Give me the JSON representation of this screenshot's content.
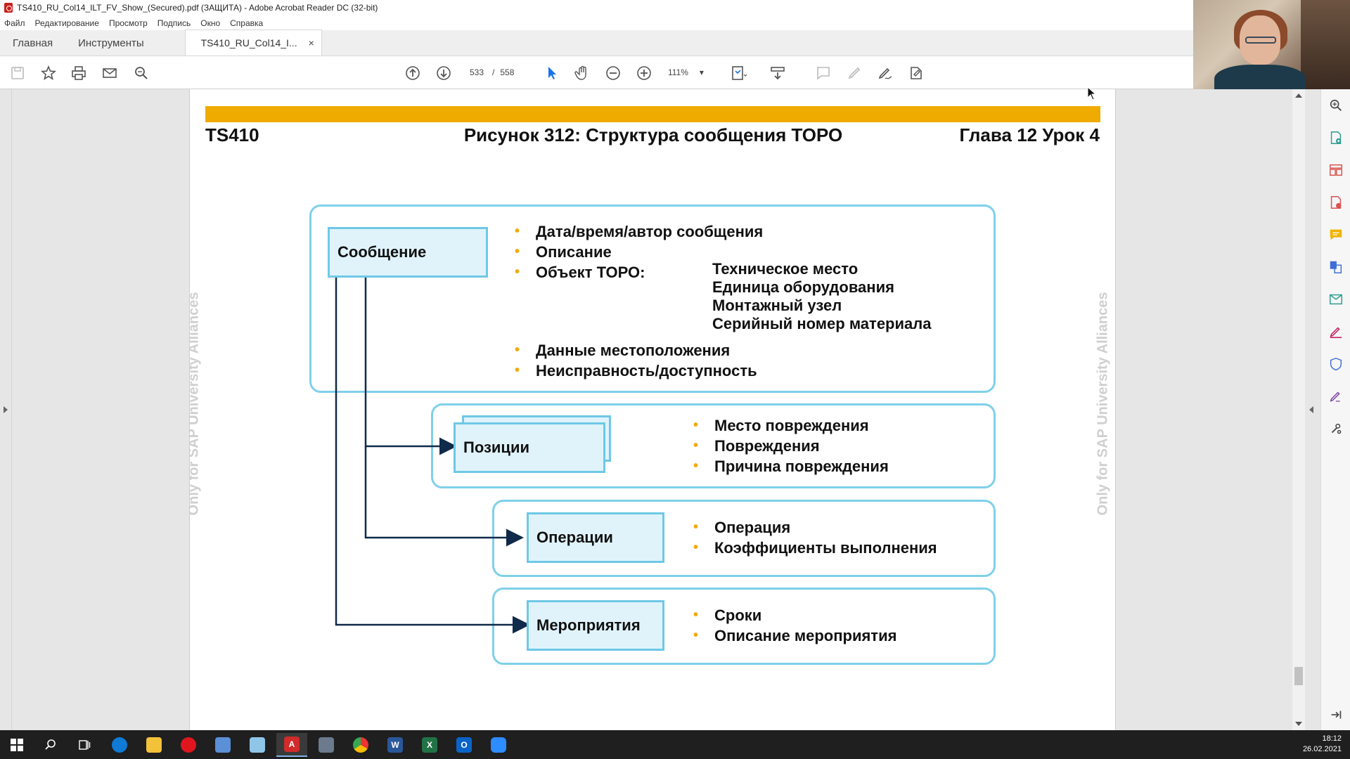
{
  "window": {
    "title": "TS410_RU_Col14_ILT_FV_Show_(Secured).pdf (ЗАЩИТА) - Adobe Acrobat Reader DC (32-bit)"
  },
  "menu": [
    "Файл",
    "Редактирование",
    "Просмотр",
    "Подпись",
    "Окно",
    "Справка"
  ],
  "tabs": {
    "home": "Главная",
    "tools": "Инструменты",
    "document": "TS410_RU_Col14_I...",
    "close": "×"
  },
  "toolbar": {
    "current_page": "533",
    "separator": "/",
    "total_pages": "558",
    "zoom": "111%"
  },
  "slide": {
    "header_left": "TS410",
    "header_center": "Рисунок 312: Структура сообщения ТОРО",
    "header_right": "Глава 12 Урок 4",
    "watermark": "Only for SAP University Alliances",
    "notification": {
      "label": "Сообщение",
      "bullets": [
        "Дата/время/автор сообщения",
        "Описание",
        "Объект ТОРО:"
      ],
      "object_types": [
        "Техническое место",
        "Единица оборудования",
        "Монтажный узел",
        "Серийный номер материала"
      ],
      "bullets2": [
        "Данные местоположения",
        "Неисправность/доступность"
      ]
    },
    "items": {
      "label": "Позиции",
      "bullets": [
        "Место повреждения",
        "Повреждения",
        "Причина повреждения"
      ]
    },
    "operations": {
      "label": "Операции",
      "bullets": [
        "Операция",
        "Коэффициенты выполнения"
      ]
    },
    "activities": {
      "label": "Мероприятия",
      "bullets": [
        "Сроки",
        "Описание мероприятия"
      ]
    }
  },
  "taskbar": {
    "time": "18:12",
    "date": "26.02.2021"
  },
  "colors": {
    "accent": "#f0ab00",
    "box_border": "#7fd0ea",
    "node_fill": "#e0f3fb",
    "arrow": "#0f2a4a"
  }
}
